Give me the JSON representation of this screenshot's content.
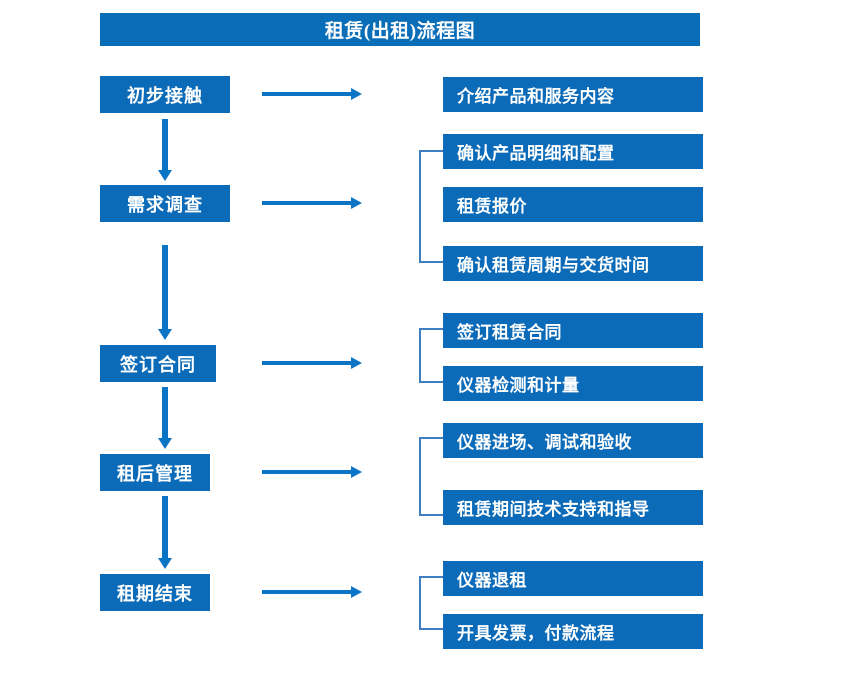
{
  "diagram": {
    "title": "租赁(出租)流程图",
    "colors": {
      "box_fill": "#0C6BB8",
      "title_fill": "#0A6DB8",
      "arrow": "#0B74C4",
      "bracket": "#3F7FC1",
      "text": "#FFFFFF",
      "background": "#FFFFFF"
    },
    "stages": [
      {
        "label": "初步接触"
      },
      {
        "label": "需求调查"
      },
      {
        "label": "签订合同"
      },
      {
        "label": "租后管理"
      },
      {
        "label": "租期结束"
      }
    ],
    "tasks": [
      {
        "label": "介绍产品和服务内容"
      },
      {
        "label": "确认产品明细和配置"
      },
      {
        "label": "租赁报价"
      },
      {
        "label": "确认租赁周期与交货时间"
      },
      {
        "label": "签订租赁合同"
      },
      {
        "label": "仪器检测和计量"
      },
      {
        "label": "仪器进场、调试和验收"
      },
      {
        "label": "租赁期间技术支持和指导"
      },
      {
        "label": "仪器退租"
      },
      {
        "label": "开具发票，付款流程"
      }
    ],
    "flow_arrows": {
      "vertical_count": 4,
      "horizontal_count": 5
    },
    "groups": [
      {
        "stage": "需求调查",
        "tasks": [
          "确认产品明细和配置",
          "租赁报价",
          "确认租赁周期与交货时间"
        ]
      },
      {
        "stage": "签订合同",
        "tasks": [
          "签订租赁合同",
          "仪器检测和计量"
        ]
      },
      {
        "stage": "租后管理",
        "tasks": [
          "仪器进场、调试和验收",
          "租赁期间技术支持和指导"
        ]
      },
      {
        "stage": "租期结束",
        "tasks": [
          "仪器退租",
          "开具发票，付款流程"
        ]
      }
    ]
  }
}
